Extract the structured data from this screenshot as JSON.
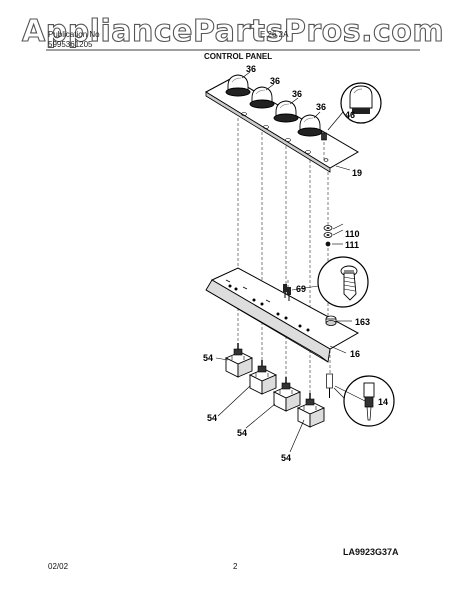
{
  "watermark": "AppliancePartsPros.com",
  "header": {
    "publication_label": "Publication No",
    "publication_number": "5995361205",
    "model": "E 26 2A"
  },
  "section_title": "CONTROL PANEL",
  "callouts": {
    "knob": "36",
    "knob_cap": "46",
    "panel": "19",
    "washers": "110",
    "nut": "111",
    "screw": "69",
    "grommet": "163",
    "bracket": "16",
    "switch": "54",
    "probe": "14"
  },
  "diagram_code": "LA9923G37A",
  "footer": {
    "date": "02/02",
    "page": "2"
  }
}
